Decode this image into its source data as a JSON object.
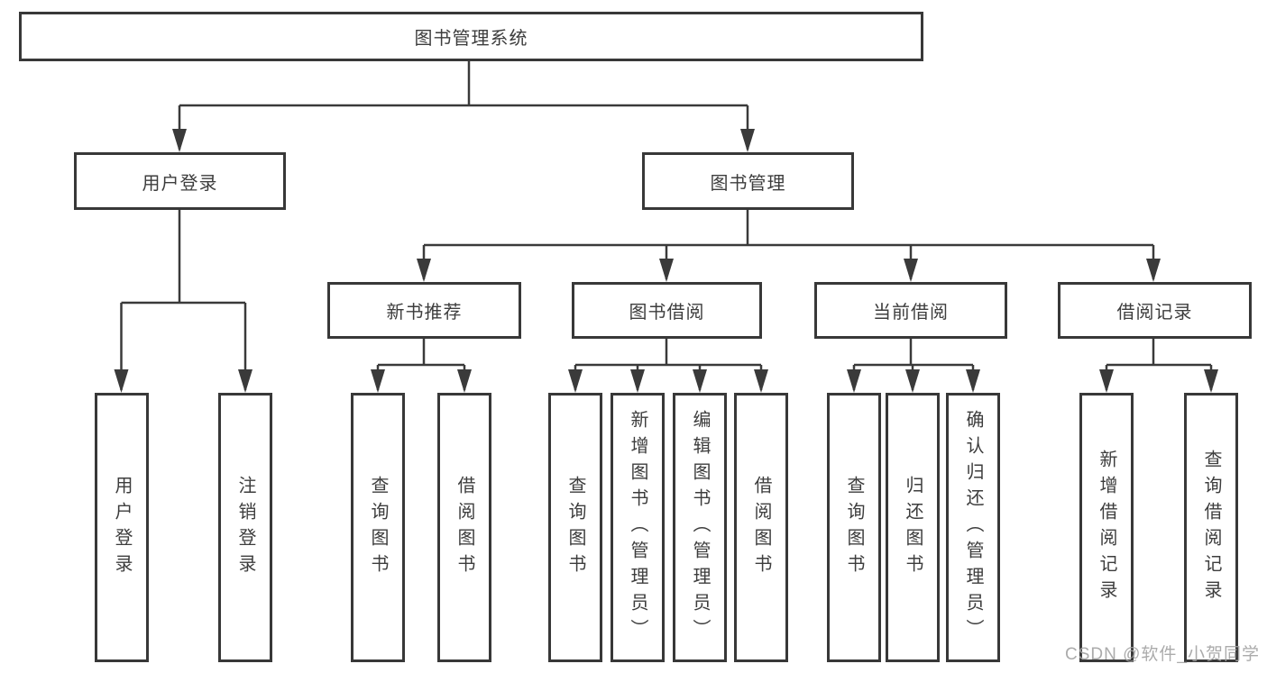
{
  "diagram_type": "hierarchy-tree",
  "colors": {
    "line": "#3a3a3a",
    "box_border": "#383838",
    "text": "#3d3d3d",
    "watermark": "#a3a3a3",
    "background": "#ffffff"
  },
  "tree": {
    "root": {
      "label": "图书管理系统",
      "children": [
        {
          "label": "用户登录",
          "children": [
            {
              "label": "用户登录"
            },
            {
              "label": "注销登录"
            }
          ]
        },
        {
          "label": "图书管理",
          "children": [
            {
              "label": "新书推荐",
              "children": [
                {
                  "label": "查询图书"
                },
                {
                  "label": "借阅图书"
                }
              ]
            },
            {
              "label": "图书借阅",
              "children": [
                {
                  "label": "查询图书"
                },
                {
                  "label": "新增图书（管理员）"
                },
                {
                  "label": "编辑图书（管理员）"
                },
                {
                  "label": "借阅图书"
                }
              ]
            },
            {
              "label": "当前借阅",
              "children": [
                {
                  "label": "查询图书"
                },
                {
                  "label": "归还图书"
                },
                {
                  "label": "确认归还（管理员）"
                }
              ]
            },
            {
              "label": "借阅记录",
              "children": [
                {
                  "label": "新增借阅记录"
                },
                {
                  "label": "查询借阅记录"
                }
              ]
            }
          ]
        }
      ]
    }
  },
  "watermark": {
    "text": "CSDN @软件_小贺同学"
  }
}
